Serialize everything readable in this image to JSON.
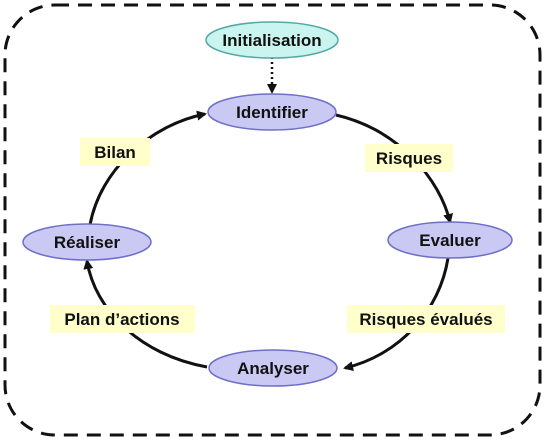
{
  "nodes": {
    "initialisation": "Initialisation",
    "identifier": "Identifier",
    "evaluer": "Evaluer",
    "analyser": "Analyser",
    "realiser": "Réaliser"
  },
  "edge_labels": {
    "risques": "Risques",
    "risques_evalues": "Risques évalués",
    "plan_actions": "Plan d’actions",
    "bilan": "Bilan"
  },
  "colors": {
    "node_fill": "#c9c9f4",
    "node_stroke": "#6f6fc8",
    "init_fill": "#c9f4f0",
    "init_stroke": "#55a9a4",
    "label_fill": "#ffffcc",
    "arrow": "#111111",
    "frame": "#111111"
  }
}
